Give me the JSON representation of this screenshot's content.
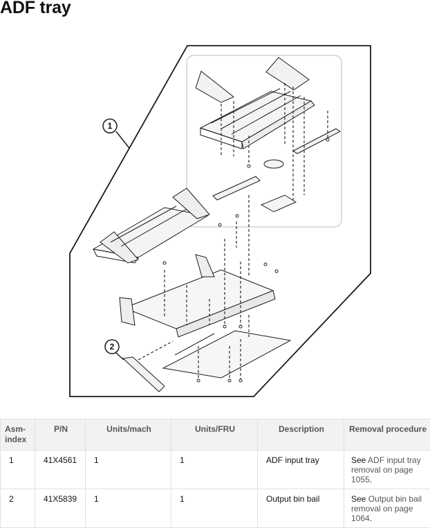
{
  "page": {
    "title": "ADF tray"
  },
  "diagram": {
    "callouts": [
      "1",
      "2"
    ]
  },
  "table": {
    "headers": [
      "Asm-index",
      "P/N",
      "Units/mach",
      "Units/FRU",
      "Description",
      "Removal procedure"
    ],
    "rows": [
      {
        "asm_index": "1",
        "pn": "41X4561",
        "units_mach": "1",
        "units_fru": "1",
        "description": "ADF input tray",
        "see_prefix": "See",
        "link_text": "ADF input tray removal on page 1055",
        "suffix": "."
      },
      {
        "asm_index": "2",
        "pn": "41X5839",
        "units_mach": "1",
        "units_fru": "1",
        "description": "Output bin bail",
        "see_prefix": "See",
        "link_text": "Output bin bail removal on page 1064",
        "suffix": "."
      }
    ]
  }
}
